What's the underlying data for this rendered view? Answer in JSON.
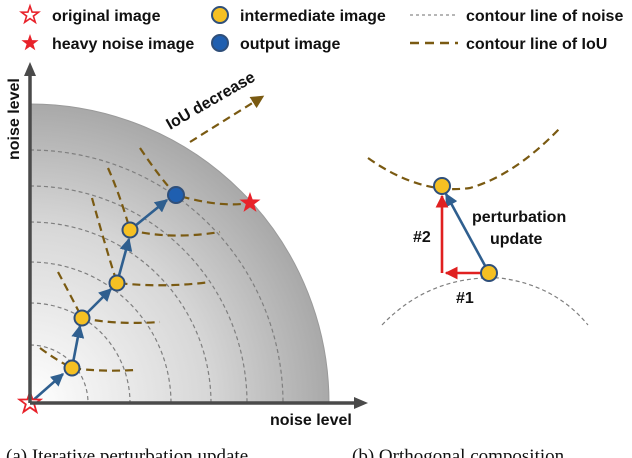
{
  "legend": {
    "original_image": "original image",
    "heavy_noise_image": "heavy noise image",
    "intermediate_image": "intermediate image",
    "output_image": "output image",
    "contour_noise": "contour line of noise",
    "contour_iou": "contour line of IoU"
  },
  "left_panel": {
    "x_axis_label": "noise level",
    "y_axis_label": "noise level",
    "iou_decrease_label": "IoU decrease"
  },
  "right_panel": {
    "perturbation_label_line1": "perturbation",
    "perturbation_label_line2": "update",
    "step1_label": "#1",
    "step2_label": "#2"
  },
  "captions": {
    "left": "(a) Iterative perturbation update",
    "right": "(b) Orthogonal composition"
  },
  "colors": {
    "intermediate_fill": "#f5c023",
    "output_fill": "#1f5fb0",
    "node_stroke": "#2f4f7a",
    "path_arrow": "#2f5f8f",
    "red_arrow": "#e02020",
    "star": "#e8222a",
    "iou_contour": "#7a5a12",
    "noise_contour": "#8a8a8a"
  }
}
